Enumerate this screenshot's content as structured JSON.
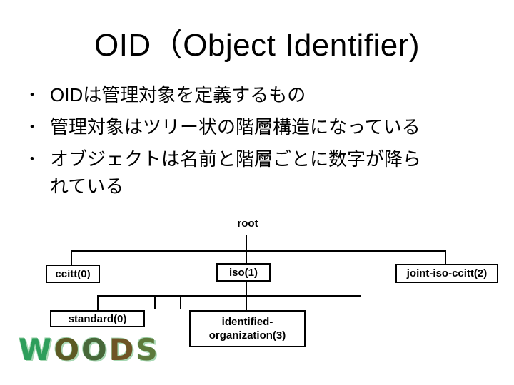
{
  "slide": {
    "title": "OID（Object Identifier)",
    "bullets": [
      {
        "lines": [
          "OIDは管理対象を定義するもの"
        ]
      },
      {
        "lines": [
          "管理対象はツリー状の階層構造になっている"
        ]
      },
      {
        "lines": [
          "オブジェクトは名前と階層ごとに数字が降ら",
          "れている"
        ]
      }
    ],
    "bullet_marker": "•",
    "diagram": {
      "root_label": "root",
      "nodes": {
        "ccitt": "ccitt(0)",
        "iso": "iso(1)",
        "joint": "joint-iso-ccitt(2)",
        "standard": "standard(0)",
        "identified_line1": "identified-",
        "identified_line2": "organization(3)"
      }
    },
    "logo": {
      "text": "WOODS",
      "letters": [
        "W",
        "O",
        "O",
        "D",
        "S"
      ],
      "letter_colors": [
        "#2e9e5b",
        "#5c5a24",
        "#48683a",
        "#6e5426",
        "#5d7a3c"
      ],
      "shadow_color": "#a8d8b4"
    }
  },
  "colors": {
    "background": "#ffffff",
    "text": "#000000",
    "line": "#000000"
  }
}
